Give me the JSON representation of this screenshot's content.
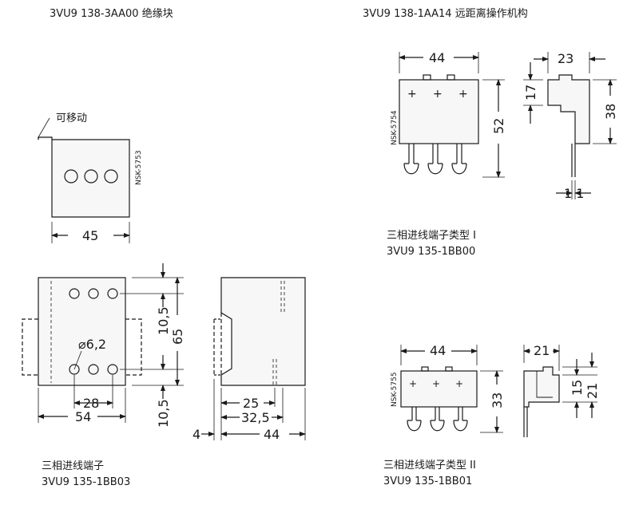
{
  "blocks": {
    "insulation": {
      "code": "3VU9 138-3AA00",
      "name": "绝缘块",
      "movable": "可移动",
      "drawing_no": "NSK-5753",
      "width": "45"
    },
    "remote": {
      "code": "3VU9 138-1AA14",
      "name": "远距离操作机构"
    },
    "type1": {
      "title": "三相进线端子类型 I",
      "code": "3VU9 135-1BB00",
      "drawing_no": "NSK-5754",
      "dims": {
        "w": "44",
        "h": "52",
        "side_w": "23",
        "side_h1": "17",
        "side_h2": "38",
        "pin": "1 1"
      }
    },
    "terminal": {
      "title": "三相进线端子",
      "code": "3VU9 135-1BB03",
      "dims": {
        "hole": "⌀6,2",
        "a": "28",
        "b": "54",
        "c": "10,5",
        "d": "65",
        "e": "10,5",
        "f": "25",
        "g": "32,5",
        "h": "44",
        "i": "4"
      }
    },
    "type2": {
      "title": "三相进线端子类型 II",
      "code": "3VU9 135-1BB01",
      "drawing_no": "NSK-5755",
      "dims": {
        "w": "44",
        "h": "33",
        "side_w": "21",
        "side_h1": "15",
        "side_h2": "21"
      }
    }
  },
  "plus_sign": "+"
}
